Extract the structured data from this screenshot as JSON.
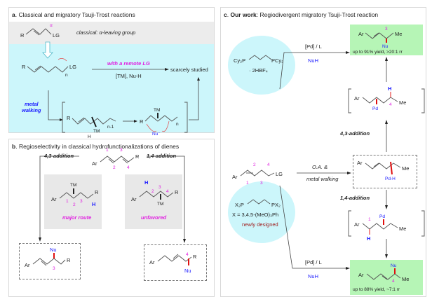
{
  "panel_a": {
    "letter": "a",
    "title": "Classical and migratory Tsuji-Trost reactions",
    "classical_label": "classical: α-leaving group",
    "alpha": "α",
    "R": "R",
    "LG": "LG",
    "n": "n",
    "remote_lg": "with a remote LG",
    "conditions": "[TM], Nu-H",
    "result": "scarcely studied",
    "metal_walking_1": "metal",
    "metal_walking_2": "walking",
    "TM": "TM",
    "H": "H",
    "n_minus_1": "n-1",
    "Nu_minus": "Nu⁻",
    "colors": {
      "gray_band": "#ececec",
      "cyan_band": "#ccf6fb",
      "magenta": "#e020e0",
      "blue": "#1a1aff",
      "red": "#e01010"
    }
  },
  "panel_b": {
    "letter": "b",
    "title": "Regioselectivity in classical hydrofunctionalizations of dienes",
    "left_label": "4,3-addition",
    "right_label": "1,4-addition",
    "Ar": "Ar",
    "R": "R",
    "TM": "TM",
    "H": "H",
    "Nu": "Nu",
    "nums": [
      "1",
      "2",
      "3",
      "4"
    ],
    "major": "major route",
    "unfavored": "unfavored",
    "product_left_pos": "3",
    "product_right_pos": "4"
  },
  "panel_c": {
    "letter": "c",
    "title_bold": "Our work",
    "title_rest": ": Regiodivergent migratory Tsuji-Trost reaction",
    "ligand1_left": "Cy₂P",
    "ligand1_right": "PCy₂",
    "ligand1_salt": "· 2HBF₄",
    "ligand2_left": "X₂P",
    "ligand2_right": "PX₂",
    "ligand2_def": "X = 3,4,5-(MeO)₃Ph",
    "ligand2_note": "newly designed",
    "reagent_top": "[Pd] / L",
    "nuh": "NuH",
    "reagent_bottom": "[Pd] / L",
    "oa": "O.A. &",
    "metal_walking": "metal walking",
    "add43": "4,3-addition",
    "add14": "1,4-addition",
    "Ar": "Ar",
    "LG": "LG",
    "Me": "Me",
    "Nu": "Nu",
    "Pd": "Pd",
    "PdH": "Pd-H",
    "H": "H",
    "sm_nums": [
      "1",
      "2",
      "3",
      "4"
    ],
    "top_product_pos": "3",
    "top_product_yield": "up to 91% yield, >20:1 rr",
    "bottom_product_pos": "4",
    "bottom_product_yield": "up to 88% yield, ~7:1 rr",
    "int_top_pos": "4",
    "int_bottom_pos": "1",
    "colors": {
      "green_box": "#b6f5b6",
      "ligand_circle": "#ccf6fb",
      "dark_red": "#a02020"
    }
  }
}
